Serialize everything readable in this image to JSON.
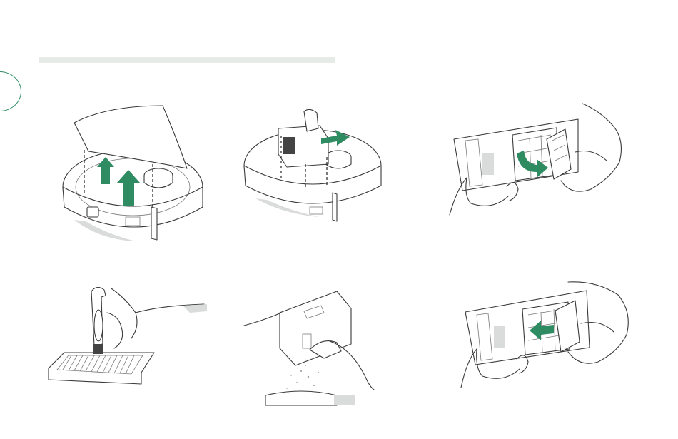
{
  "colors": {
    "accent": "#2e8b62",
    "title_bar": "#e6ebe8",
    "line_art": "#3a3a3a"
  },
  "figures": [
    {
      "id": "fig-1",
      "icon": "lift-top-cover-illustration",
      "arrow": "arrow-up-icon"
    },
    {
      "id": "fig-2",
      "icon": "pull-out-dustbin-illustration",
      "arrow": "arrow-right-icon"
    },
    {
      "id": "fig-3",
      "icon": "open-filter-cover-illustration",
      "arrow": "curved-arrow-icon"
    },
    {
      "id": "fig-4",
      "icon": "brush-filter-illustration"
    },
    {
      "id": "fig-5",
      "icon": "empty-dustbin-illustration"
    },
    {
      "id": "fig-6",
      "icon": "insert-filter-illustration",
      "arrow": "arrow-left-icon"
    }
  ]
}
